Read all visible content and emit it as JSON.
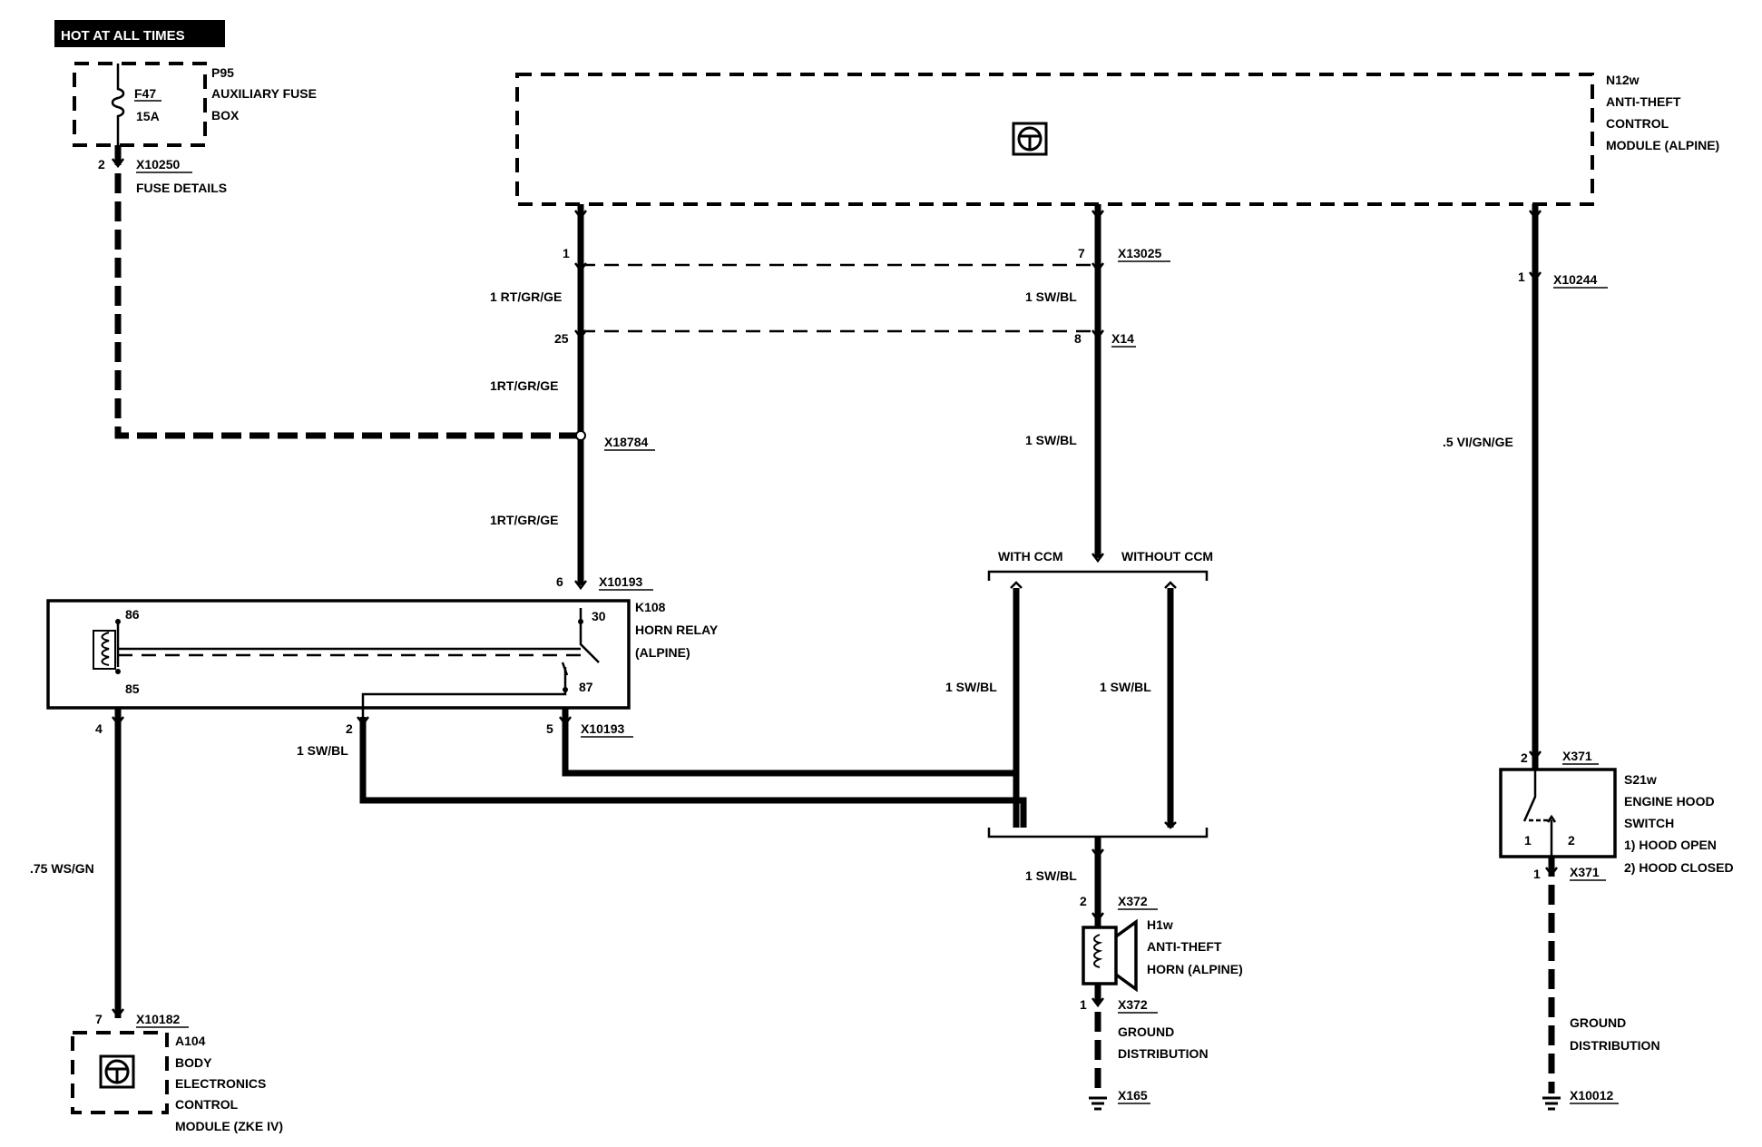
{
  "header": {
    "badge": "HOT AT ALL TIMES"
  },
  "fuse_box": {
    "id": "P95",
    "name_line1": "AUXILIARY FUSE",
    "name_line2": "BOX",
    "fuse_id": "F47",
    "fuse_rating": "15A",
    "pin": "2",
    "connector": "X10250",
    "details": "FUSE DETAILS"
  },
  "module_n12w": {
    "id": "N12w",
    "line1": "ANTI-THEFT",
    "line2": "CONTROL",
    "line3": "MODULE (ALPINE)"
  },
  "wires": {
    "rt_gr_ge": "1RT/GR/GE",
    "rt_gr_ge_spaced": "1 RT/GR/GE",
    "sw_bl": "1 SW/BL",
    "vi_gn_ge": ".5 VI/GN/GE",
    "ws_gn": ".75 WS/GN"
  },
  "connectors": {
    "x13025": "X13025",
    "x14": "X14",
    "x10244": "X10244",
    "x18784": "X18784",
    "x10193": "X10193",
    "x371": "X371",
    "x372": "X372",
    "x10182": "X10182",
    "x165": "X165",
    "x10012": "X10012"
  },
  "pins": {
    "p1": "1",
    "p2": "2",
    "p4": "4",
    "p5": "5",
    "p6": "6",
    "p7": "7",
    "p8": "8",
    "p25": "25",
    "p30": "30",
    "p85": "85",
    "p86": "86",
    "p87": "87"
  },
  "relay": {
    "id": "K108",
    "line1": "HORN RELAY",
    "line2": "(ALPINE)"
  },
  "ccm_options": {
    "with": "WITH CCM",
    "without": "WITHOUT CCM"
  },
  "switch_s21w": {
    "id": "S21w",
    "line1": "ENGINE HOOD",
    "line2": "SWITCH",
    "legend1": "1)   HOOD OPEN",
    "legend2": "2)   HOOD CLOSED",
    "pin1": "1",
    "pin2": "2"
  },
  "horn_h1w": {
    "id": "H1w",
    "line1": "ANTI-THEFT",
    "line2": "HORN (ALPINE)"
  },
  "ground": {
    "line1": "GROUND",
    "line2": "DISTRIBUTION"
  },
  "module_a104": {
    "id": "A104",
    "line1": "BODY",
    "line2": "ELECTRONICS",
    "line3": "CONTROL",
    "line4": "MODULE (ZKE IV)"
  }
}
